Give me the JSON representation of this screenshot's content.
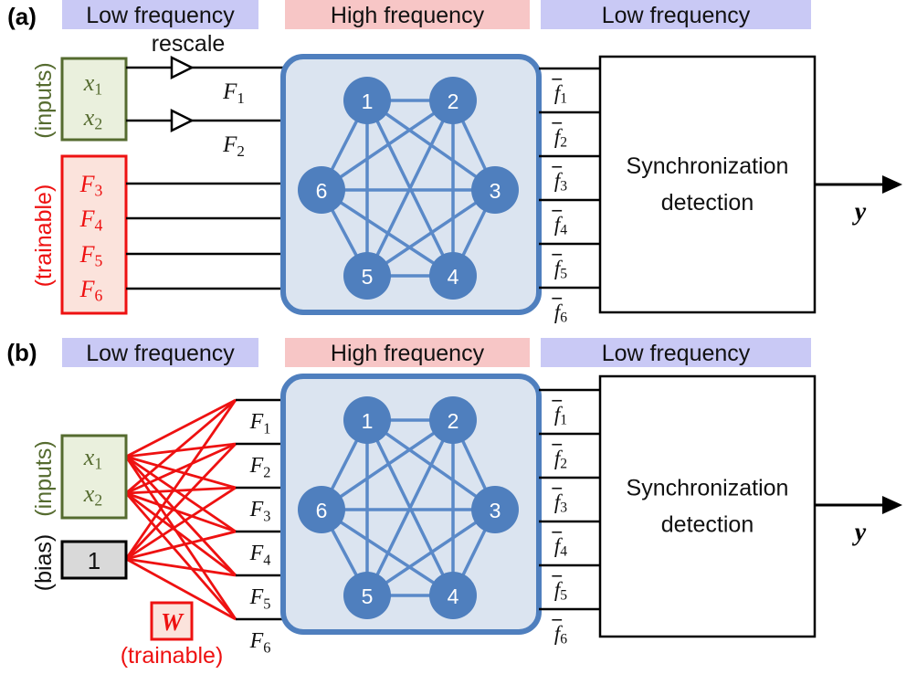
{
  "colors": {
    "low_band": "#c9c9f5",
    "high_band": "#f7c6c6",
    "input_green": "#556b2f",
    "input_fill": "#eaf0dd",
    "train_red": "#ee1111",
    "train_fill": "#fbe3dc",
    "node_blue": "#4f7fbe",
    "edge_blue": "#5a89c8",
    "network_fill": "#dbe4f0",
    "bias_fill": "#d9d9d9"
  },
  "panel_a": {
    "tag": "(a)",
    "band_left": "Low frequency",
    "band_mid": "High frequency",
    "band_right": "Low frequency",
    "rescale": "rescale",
    "inputs_label": "(inputs)",
    "trainable_label": "(trainable)",
    "inputs": [
      "x1",
      "x2"
    ],
    "trainable": [
      "F3",
      "F4",
      "F5",
      "F6"
    ],
    "line_labels": [
      "F1",
      "F2"
    ],
    "nodes": [
      "1",
      "2",
      "3",
      "4",
      "5",
      "6"
    ],
    "outputs": [
      "f1",
      "f2",
      "f3",
      "f4",
      "f5",
      "f6"
    ],
    "detector": [
      "Synchronization",
      "detection"
    ],
    "y": "y"
  },
  "panel_b": {
    "tag": "(b)",
    "band_left": "Low frequency",
    "band_mid": "High frequency",
    "band_right": "Low frequency",
    "inputs_label": "(inputs)",
    "bias_label": "(bias)",
    "inputs": [
      "x1",
      "x2"
    ],
    "bias": "1",
    "weight": "W",
    "weight_label": "(trainable)",
    "line_labels": [
      "F1",
      "F2",
      "F3",
      "F4",
      "F5",
      "F6"
    ],
    "nodes": [
      "1",
      "2",
      "3",
      "4",
      "5",
      "6"
    ],
    "outputs": [
      "f1",
      "f2",
      "f3",
      "f4",
      "f5",
      "f6"
    ],
    "detector": [
      "Synchronization",
      "detection"
    ],
    "y": "y"
  }
}
